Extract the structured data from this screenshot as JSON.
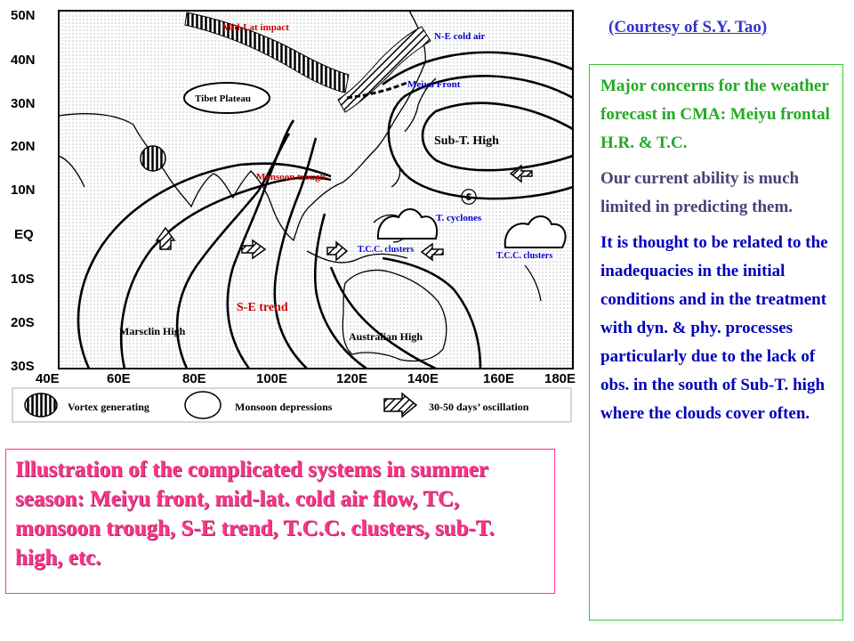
{
  "map": {
    "lat_labels": [
      "50N",
      "40N",
      "30N",
      "20N",
      "10N",
      "EQ",
      "10S",
      "20S",
      "30S"
    ],
    "lon_labels": [
      "40E",
      "60E",
      "80E",
      "100E",
      "120E",
      "140E",
      "160E",
      "180E"
    ],
    "labels": {
      "mid_lat": "Mid-Lat impact",
      "ne_cold": "N-E cold air",
      "meiyu": "Meiyu Front",
      "tibet": "Tibet Plateau",
      "subt": "Sub-T. High",
      "monsoon_trough": "Monsoon trough",
      "cyclones": "T. cyclones",
      "tcc1": "T.C.C. clusters",
      "tcc2": "T.C.C. clusters",
      "se_trend": "S-E trend",
      "marsclin": "Marsclin High",
      "australian": "Australian High"
    },
    "legend": {
      "vortex": "Vortex generating",
      "depressions": "Monsoon depressions",
      "oscillation": "30-50 days’ oscillation"
    }
  },
  "courtesy": "(Courtesy of S.Y. Tao)",
  "right_panel": {
    "p1": "Major concerns for the weather forecast in CMA: Meiyu frontal H.R. & T.C.",
    "p2": "Our current ability is much limited in predicting them.",
    "p3": "It is thought to be related to the inadequacies in the initial conditions and in the treatment with dyn. & phy. processes particularly due to the lack of obs. in the south of Sub-T. high where the clouds cover often."
  },
  "caption": "Illustration of the complicated systems in summer season: Meiyu front, mid-lat. cold air flow, TC, monsoon trough, S-E trend, T.C.C. clusters, sub-T. high, etc."
}
